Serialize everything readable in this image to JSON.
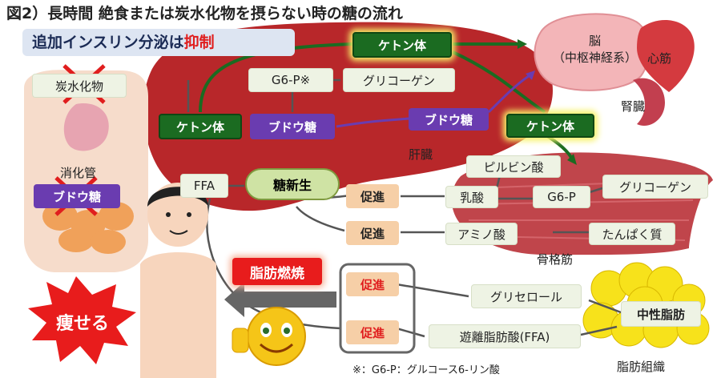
{
  "title": "図2）長時間 絶食または炭水化物を摂らない時の糖の流れ",
  "banner": {
    "prefix": "追加インスリン分泌は",
    "emph": "抑制"
  },
  "colors": {
    "liver": "#b8272a",
    "muscle": "#c0454b",
    "fat": "#f7e21b",
    "green": "#1b6b21",
    "purple": "#6a3cb0",
    "orange": "#f6cfa7",
    "pale": "#eef3e4",
    "gray_arrow": "#555555"
  },
  "nodes": {
    "ketone_top": "ケトン体",
    "brain": "脳\n（中枢神経系）",
    "heart": "心筋",
    "kidney": "腎臓",
    "g6p_liver": "G6-P※",
    "glycogen_liver": "グリコーゲン",
    "ketone_left": "ケトン体",
    "glucose_liver": "ブドウ糖",
    "glucose_out": "ブドウ糖",
    "ketone_right": "ケトン体",
    "liver_label": "肝臓",
    "ffa": "FFA",
    "gluconeo": "糖新生",
    "promote1": "促進",
    "promote2": "促進",
    "promote3": "促進",
    "promote4": "促進",
    "pyruvate": "ピルビン酸",
    "lactate": "乳酸",
    "g6p_muscle": "G6-P",
    "glycogen_muscle": "グリコーゲン",
    "amino": "アミノ酸",
    "protein": "たんぱく質",
    "muscle_label": "骨格筋",
    "fat_burn": "脂肪燃焼",
    "glycerol": "グリセロール",
    "ffa_free": "遊離脂肪酸(FFA)",
    "neutral_fat": "中性脂肪",
    "fat_tissue": "脂肪組織",
    "carb": "炭水化物",
    "digestive": "消化管",
    "glucose_gut": "ブドウ糖",
    "slim": "痩せる",
    "footnote": "※：G6-P：グルコース6-リン酸"
  },
  "icons": [
    "stomach-illustration",
    "man-illustration",
    "smiley-thumbs-up-icon",
    "red-x-icon",
    "burst-icon",
    "brain-illustration",
    "heart-illustration",
    "kidney-illustration",
    "fat-cells-illustration"
  ]
}
